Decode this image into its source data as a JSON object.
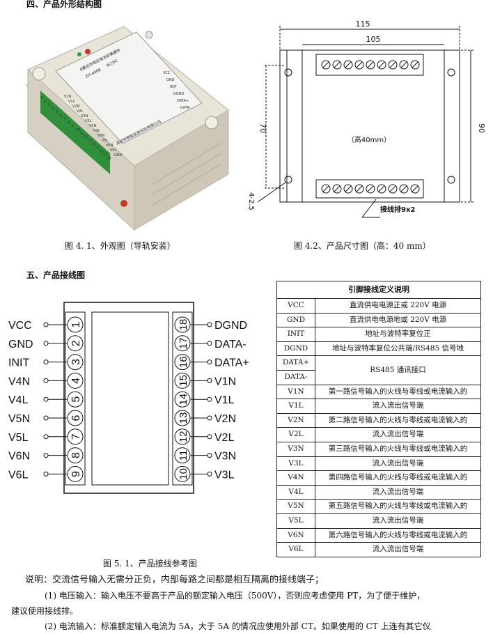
{
  "section4": {
    "title": "四、产品外形结构图"
  },
  "photo": {
    "module_title": "6路交流电压电流采集模块",
    "model": "ZH-4066",
    "tag": "AC/DC",
    "left_pins": [
      "V1N",
      "V1L",
      "V2N",
      "V2L",
      "V3N",
      "V3L",
      "V4N",
      "V4L",
      "V5N",
      "V5L",
      "V6N",
      "V6L",
      "GND"
    ],
    "right_pins": [
      "VCC",
      "GND",
      "INIT",
      "DGND",
      "DATA+",
      "DATA-"
    ],
    "numbers": [
      "1",
      "2",
      "3",
      "4",
      "5",
      "6",
      "7",
      "8",
      "9",
      "10",
      "11",
      "12",
      "13",
      "14",
      "15",
      "16",
      "17",
      "18"
    ],
    "company": "深圳市智能信息科技有限公司",
    "caption": "图 4. 1、外观图（导轨安装）"
  },
  "dims": {
    "w_outer": "115",
    "w_inner": "105",
    "h_inner": "70",
    "h_outer": "90",
    "height_note": "（高40mm）",
    "hole": "4-2.5",
    "terminal_label": "接线排9x2",
    "caption": "图 4.2、产品尺寸图（高：40 mm）"
  },
  "section5": {
    "title": "五、产品接线图"
  },
  "wiring": {
    "left": [
      {
        "label": "VCC",
        "num": "1"
      },
      {
        "label": "GND",
        "num": "2"
      },
      {
        "label": "INIT",
        "num": "3"
      },
      {
        "label": "V4N",
        "num": "4"
      },
      {
        "label": "V4L",
        "num": "5"
      },
      {
        "label": "V5N",
        "num": "6"
      },
      {
        "label": "V5L",
        "num": "7"
      },
      {
        "label": "V6N",
        "num": "8"
      },
      {
        "label": "V6L",
        "num": "9"
      }
    ],
    "right": [
      {
        "label": "DGND",
        "num": "18"
      },
      {
        "label": "DATA-",
        "num": "17"
      },
      {
        "label": "DATA+",
        "num": "16"
      },
      {
        "label": "V1N",
        "num": "15"
      },
      {
        "label": "V1L",
        "num": "14"
      },
      {
        "label": "V2N",
        "num": "13"
      },
      {
        "label": "V2L",
        "num": "12"
      },
      {
        "label": "V3N",
        "num": "11"
      },
      {
        "label": "V3L",
        "num": "10"
      }
    ],
    "caption": "图 5. 1、产品接线参考图"
  },
  "table": {
    "title": "引脚接线定义说明",
    "rows": [
      {
        "pin": "VCC",
        "desc": "直流供电电源正或 220V 电源"
      },
      {
        "pin": "GND",
        "desc": "直流供电电源地或 220V 电源"
      },
      {
        "pin": "INIT",
        "desc": "地址与波特率复位正"
      },
      {
        "pin": "DGND",
        "desc": "地址与波特率复位公共端/RS485 信号地"
      }
    ],
    "data_pins": [
      "DATA+",
      "DATA-"
    ],
    "data_desc": "RS485 通讯接口",
    "channels": [
      {
        "p1": "V1N",
        "p2": "V1L",
        "d1": "第一路信号输入的火线与零线或电流输入的",
        "d2": "流入流出信号端"
      },
      {
        "p1": "V2N",
        "p2": "V2L",
        "d1": "第二路信号输入的火线与零线或电流输入的",
        "d2": "流入流出信号端"
      },
      {
        "p1": "V3N",
        "p2": "V3L",
        "d1": "第三路信号输入的火线与零线或电流输入的",
        "d2": "流入流出信号端"
      },
      {
        "p1": "V4N",
        "p2": "V4L",
        "d1": "第四路信号输入的火线与零线或电流输入的",
        "d2": "流入流出信号端"
      },
      {
        "p1": "V5N",
        "p2": "V5L",
        "d1": "第五路信号输入的火线与零线或电流输入的",
        "d2": "流入流出信号端"
      },
      {
        "p1": "V6N",
        "p2": "V6L",
        "d1": "第六路信号输入的火线与零线或电流输入的",
        "d2": "流入流出信号端"
      }
    ]
  },
  "notes": {
    "lead": "说明：交流信号输入无需分正负，内部每路之间都是相互隔离的接线端子；",
    "p1a": "(1) 电压输入：输入电压不要高于产品的额定输入电压（500V），否则应考虑使用 PT，为了便于维护，",
    "p1b": "建议使用接线排。",
    "p2": "(2) 电流输入：标准额定输入电流为 5A，大于 5A 的情况应使用外部 CT。如果使用的 CT 上连有其它仪"
  }
}
